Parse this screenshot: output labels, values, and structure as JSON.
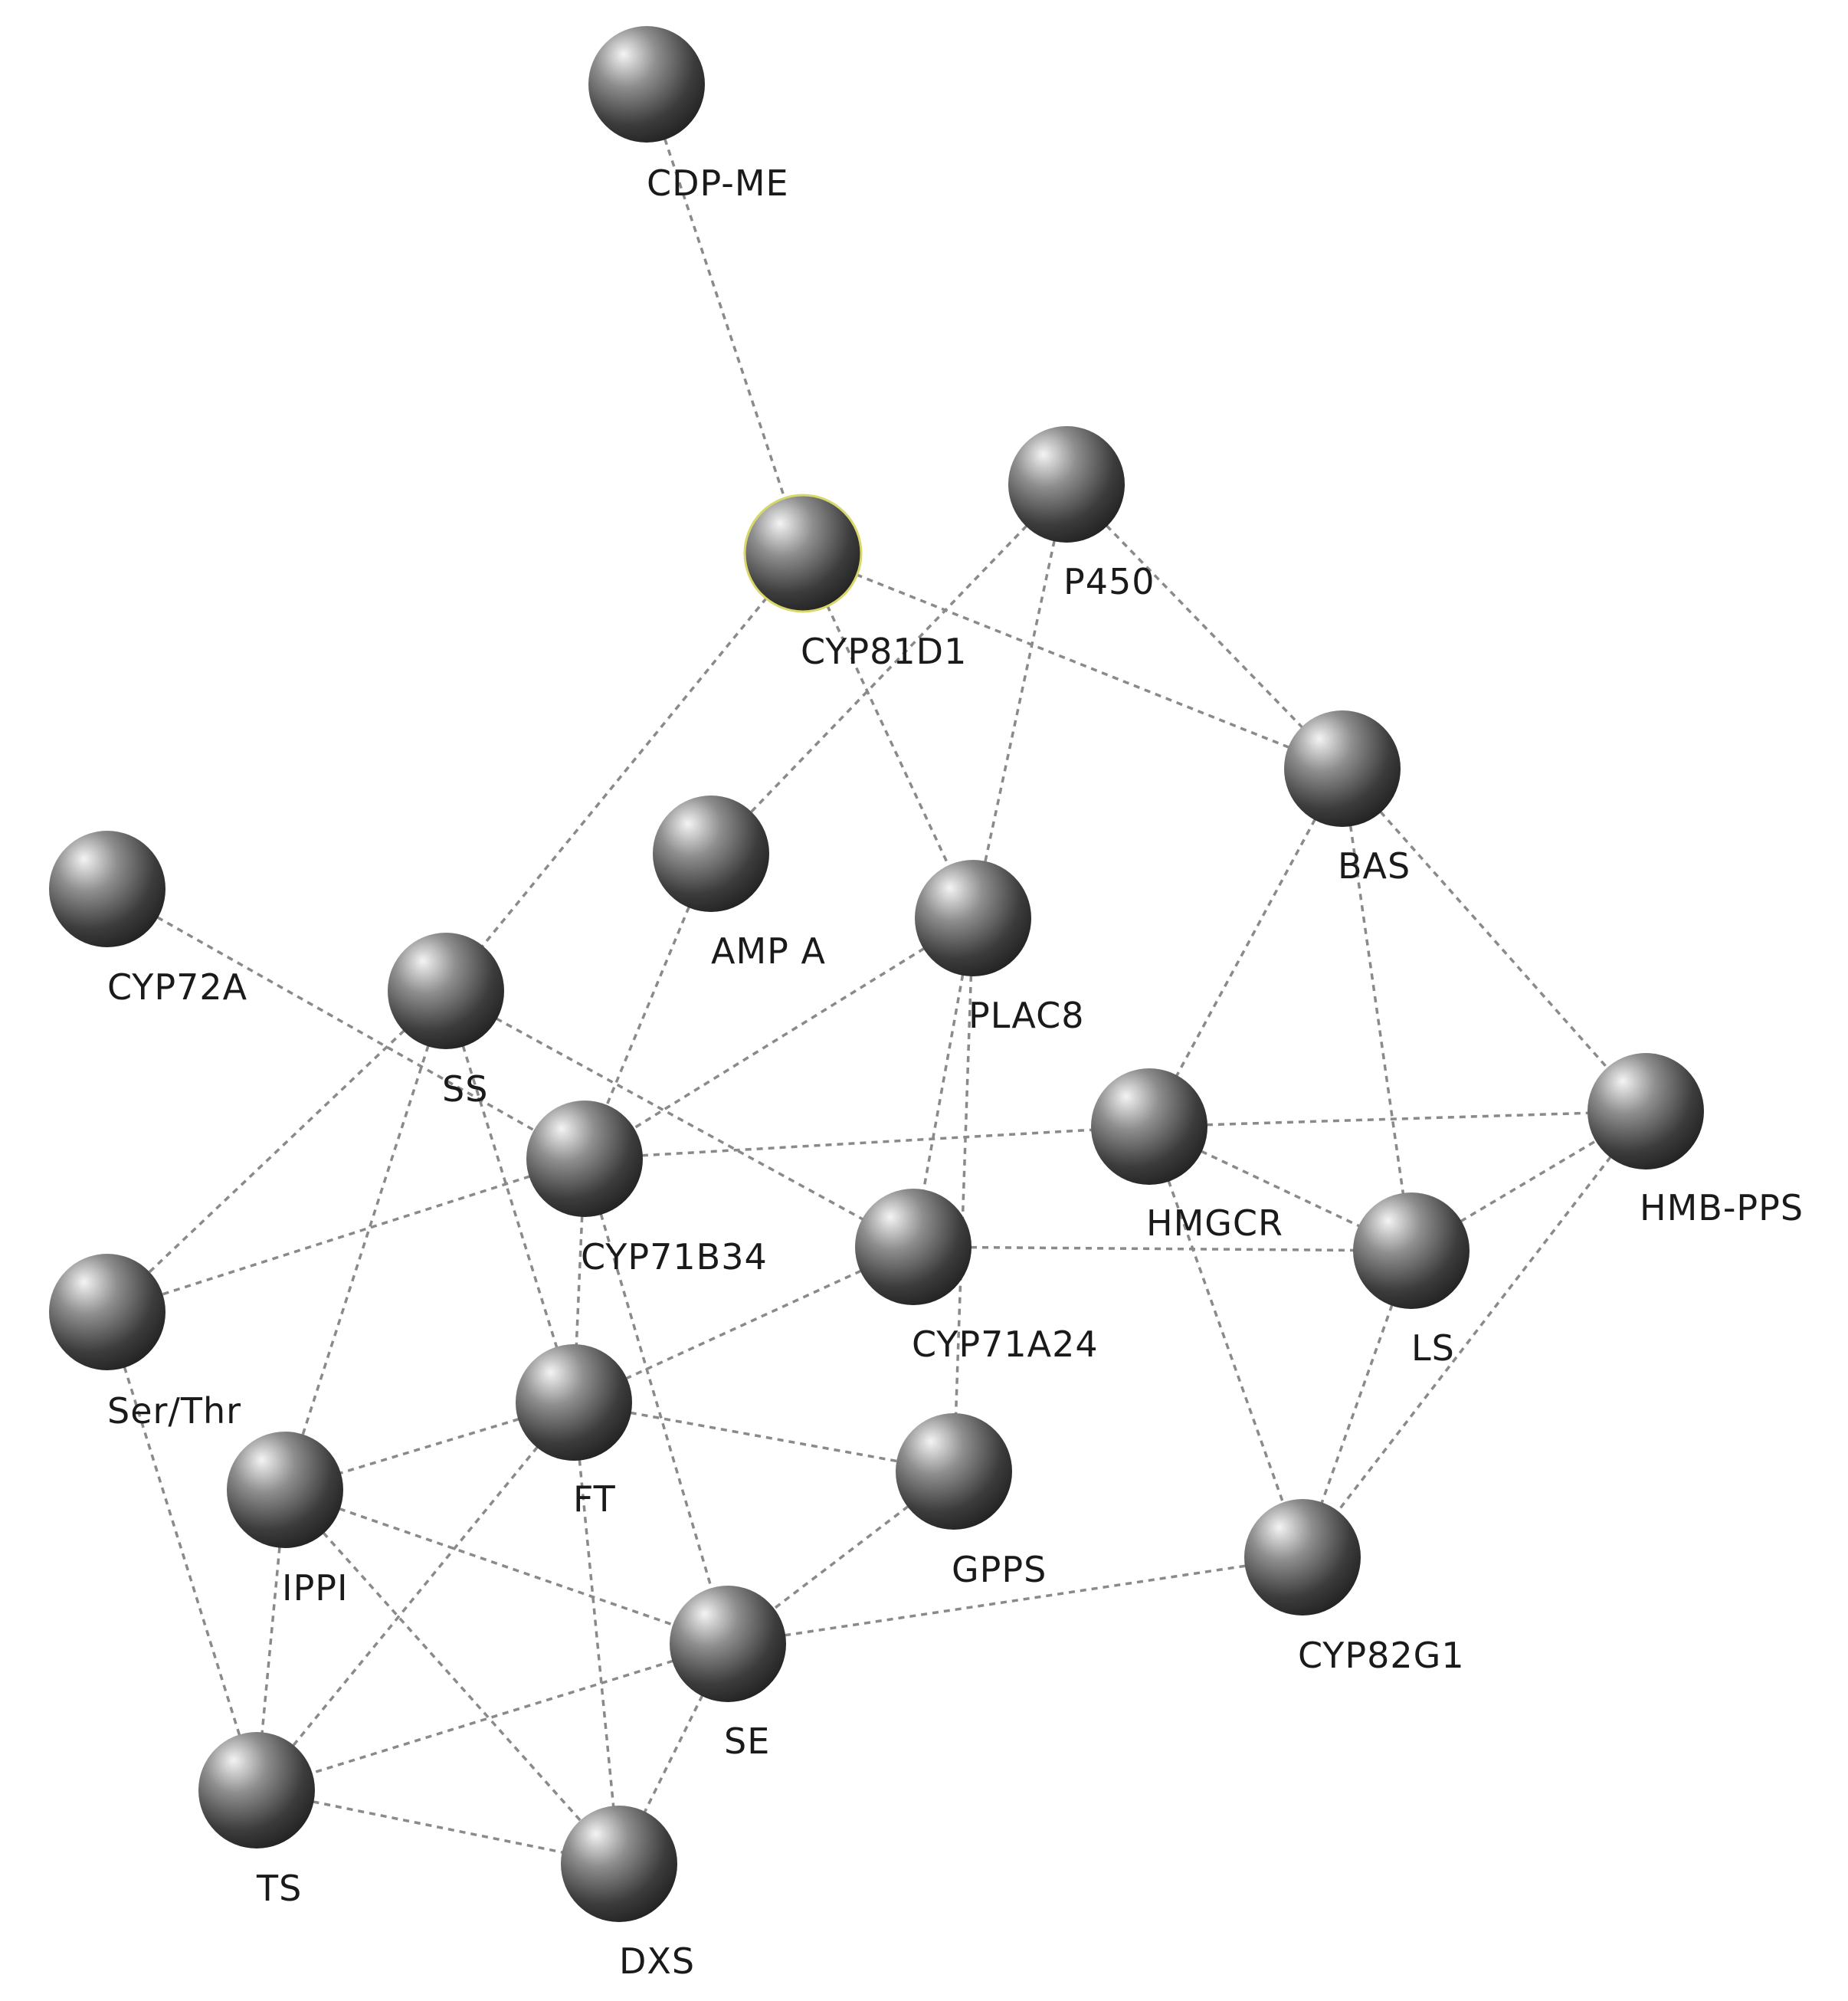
{
  "network": {
    "colors": {
      "node_dark": "#2b2b2b",
      "node_mid": "#6e6e6e",
      "node_light": "#f4f4f4",
      "edge": "#8a8a8a",
      "label": "#1a1a1a",
      "highlight_ring": "#d8d86a"
    },
    "nodes": [
      {
        "id": "cdp-me",
        "label": "CDP-ME"
      },
      {
        "id": "p450",
        "label": "P450"
      },
      {
        "id": "cyp81d1",
        "label": "CYP81D1"
      },
      {
        "id": "bas",
        "label": "BAS"
      },
      {
        "id": "cyp72a",
        "label": "CYP72A"
      },
      {
        "id": "ampa",
        "label": "AMP A"
      },
      {
        "id": "plac8",
        "label": "PLAC8"
      },
      {
        "id": "ss",
        "label": "SS"
      },
      {
        "id": "hmb-pps",
        "label": "HMB-PPS"
      },
      {
        "id": "hmgcr",
        "label": "HMGCR"
      },
      {
        "id": "cyp71b34",
        "label": "CYP71B34"
      },
      {
        "id": "ls",
        "label": "LS"
      },
      {
        "id": "ser-thr",
        "label": "Ser/Thr"
      },
      {
        "id": "cyp71a24",
        "label": "CYP71A24"
      },
      {
        "id": "ft",
        "label": "FT"
      },
      {
        "id": "gpps",
        "label": "GPPS"
      },
      {
        "id": "ippi",
        "label": "IPPI"
      },
      {
        "id": "cyp82g1",
        "label": "CYP82G1"
      },
      {
        "id": "se",
        "label": "SE"
      },
      {
        "id": "ts",
        "label": "TS"
      },
      {
        "id": "dxs",
        "label": "DXS"
      }
    ],
    "edges": [
      [
        "cdp-me",
        "cyp81d1"
      ],
      [
        "cyp81d1",
        "bas"
      ],
      [
        "cyp81d1",
        "ss"
      ],
      [
        "cyp81d1",
        "plac8"
      ],
      [
        "p450",
        "ampa"
      ],
      [
        "p450",
        "plac8"
      ],
      [
        "p450",
        "bas"
      ],
      [
        "bas",
        "hmgcr"
      ],
      [
        "bas",
        "ls"
      ],
      [
        "bas",
        "hmb-pps"
      ],
      [
        "cyp72a",
        "cyp71b34"
      ],
      [
        "ampa",
        "cyp71b34"
      ],
      [
        "plac8",
        "cyp71b34"
      ],
      [
        "plac8",
        "cyp71a24"
      ],
      [
        "plac8",
        "gpps"
      ],
      [
        "ss",
        "ser-thr"
      ],
      [
        "ss",
        "ippi"
      ],
      [
        "ss",
        "ft"
      ],
      [
        "ss",
        "cyp71a24"
      ],
      [
        "cyp71b34",
        "hmgcr"
      ],
      [
        "cyp71b34",
        "ser-thr"
      ],
      [
        "cyp71b34",
        "ft"
      ],
      [
        "cyp71b34",
        "se"
      ],
      [
        "hmgcr",
        "hmb-pps"
      ],
      [
        "hmgcr",
        "ls"
      ],
      [
        "hmgcr",
        "cyp82g1"
      ],
      [
        "cyp71a24",
        "ls"
      ],
      [
        "cyp71a24",
        "ft"
      ],
      [
        "ls",
        "hmb-pps"
      ],
      [
        "ls",
        "cyp82g1"
      ],
      [
        "hmb-pps",
        "cyp82g1"
      ],
      [
        "ser-thr",
        "ts"
      ],
      [
        "ft",
        "ippi"
      ],
      [
        "ft",
        "gpps"
      ],
      [
        "ft",
        "ts"
      ],
      [
        "ft",
        "dxs"
      ],
      [
        "ippi",
        "se"
      ],
      [
        "ippi",
        "ts"
      ],
      [
        "ippi",
        "dxs"
      ],
      [
        "gpps",
        "se"
      ],
      [
        "se",
        "cyp82g1"
      ],
      [
        "se",
        "ts"
      ],
      [
        "se",
        "dxs"
      ],
      [
        "ts",
        "dxs"
      ]
    ]
  }
}
